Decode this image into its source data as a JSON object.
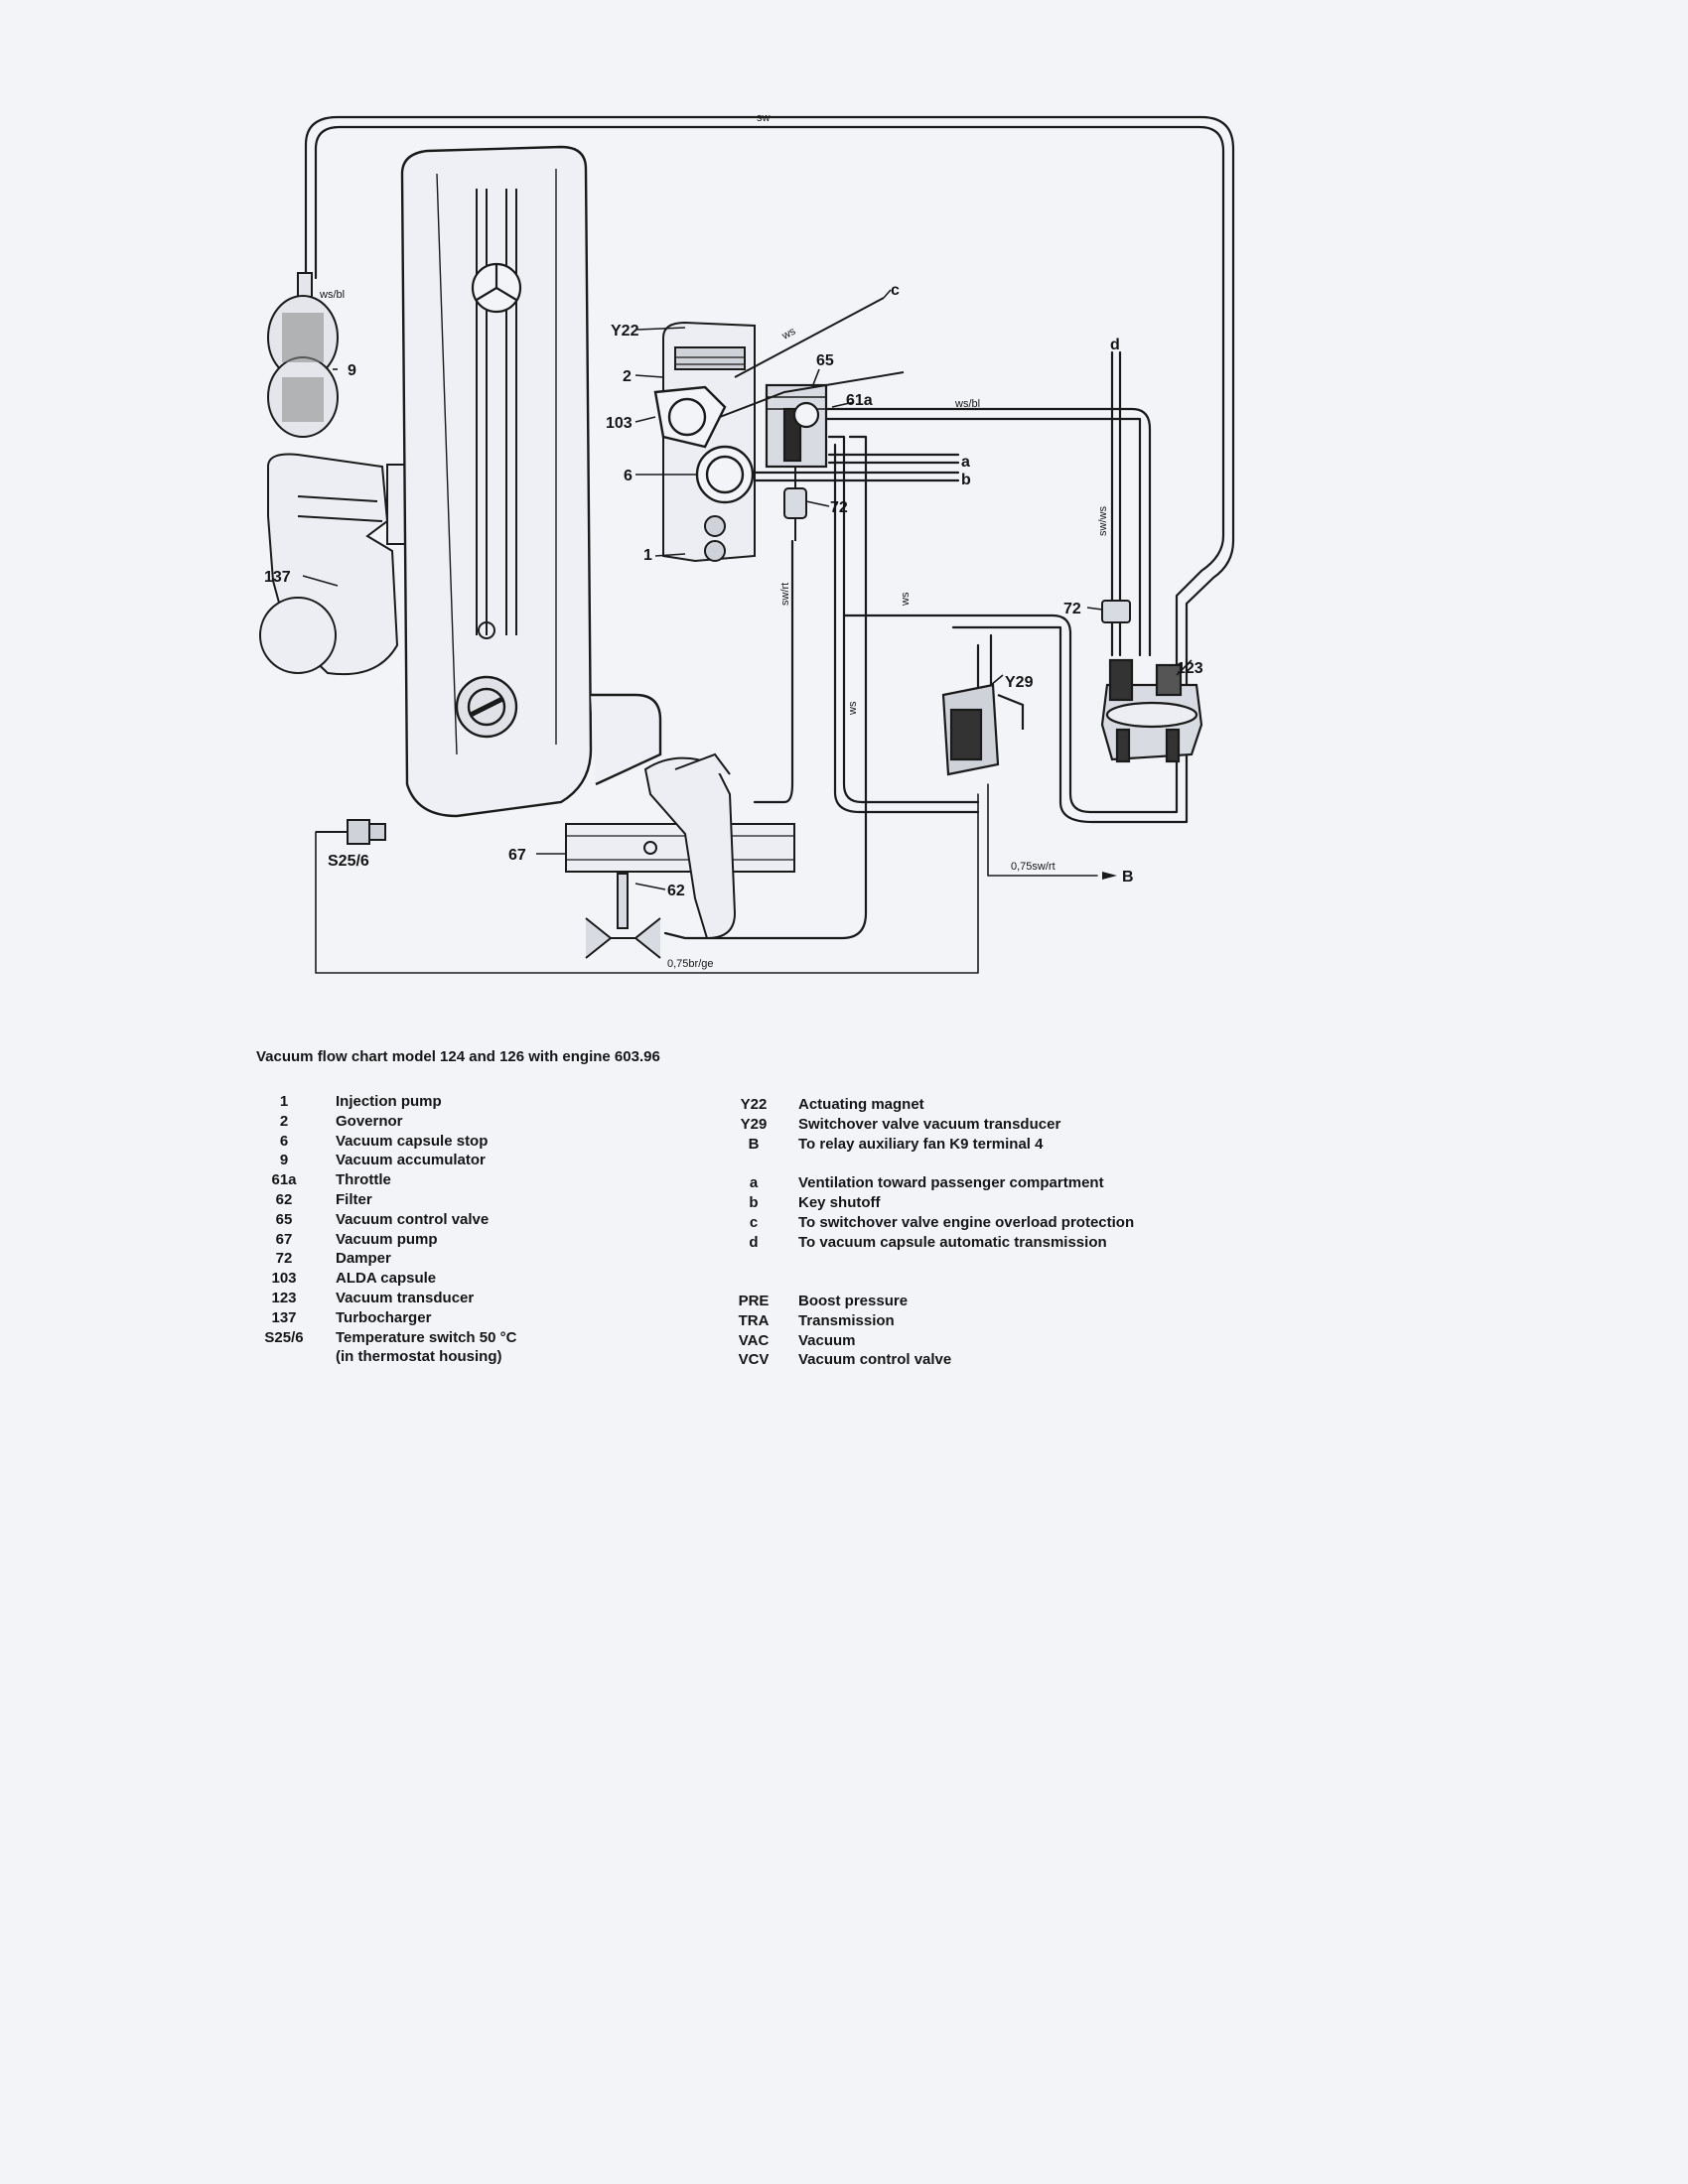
{
  "diagram": {
    "callouts": {
      "n1": "1",
      "n2": "2",
      "n6": "6",
      "n9": "9",
      "n61a": "61a",
      "n62": "62",
      "n65": "65",
      "n67": "67",
      "n72a": "72",
      "n72b": "72",
      "n103": "103",
      "n123": "123",
      "n137": "137",
      "y22": "Y22",
      "y29": "Y29",
      "s256": "S25/6",
      "a": "a",
      "b": "b",
      "c": "c",
      "d": "d",
      "B": "B"
    },
    "wire_labels": {
      "sw": "sw",
      "wsbl_top": "ws/bl",
      "wsbl_right": "ws/bl",
      "ws_diag": "ws",
      "ws_mid": "ws",
      "ws_low": "ws",
      "swrt": "sw/rt",
      "swws": "sw/ws",
      "w075swrt": "0,75sw/rt",
      "w075brge": "0,75br/ge"
    }
  },
  "caption": "Vacuum flow chart model 124 and 126 with engine 603.96",
  "legend_left": [
    {
      "key": "1",
      "text": "Injection pump"
    },
    {
      "key": "2",
      "text": "Governor"
    },
    {
      "key": "6",
      "text": "Vacuum capsule stop"
    },
    {
      "key": "9",
      "text": "Vacuum accumulator"
    },
    {
      "key": "61a",
      "text": "Throttle"
    },
    {
      "key": "62",
      "text": "Filter"
    },
    {
      "key": "65",
      "text": "Vacuum control valve"
    },
    {
      "key": "67",
      "text": "Vacuum pump"
    },
    {
      "key": "72",
      "text": "Damper"
    },
    {
      "key": "103",
      "text": "ALDA capsule"
    },
    {
      "key": "123",
      "text": "Vacuum transducer"
    },
    {
      "key": "137",
      "text": "Turbocharger"
    },
    {
      "key": "S25/6",
      "text": "Temperature switch 50 °C"
    },
    {
      "key": "",
      "text": "(in thermostat housing)"
    }
  ],
  "legend_right": [
    {
      "key": "Y22",
      "text": "Actuating magnet"
    },
    {
      "key": "Y29",
      "text": "Switchover valve vacuum transducer"
    },
    {
      "key": "B",
      "text": "To relay auxiliary fan K9 terminal 4"
    },
    {
      "key": "a",
      "text": "Ventilation toward passenger compartment"
    },
    {
      "key": "b",
      "text": "Key shutoff"
    },
    {
      "key": "c",
      "text": "To switchover valve engine overload protection"
    },
    {
      "key": "d",
      "text": "To vacuum capsule automatic transmission"
    },
    {
      "key": "PRE",
      "text": "Boost pressure"
    },
    {
      "key": "TRA",
      "text": "Transmission"
    },
    {
      "key": "VAC",
      "text": "Vacuum"
    },
    {
      "key": "VCV",
      "text": "Vacuum control valve"
    }
  ]
}
